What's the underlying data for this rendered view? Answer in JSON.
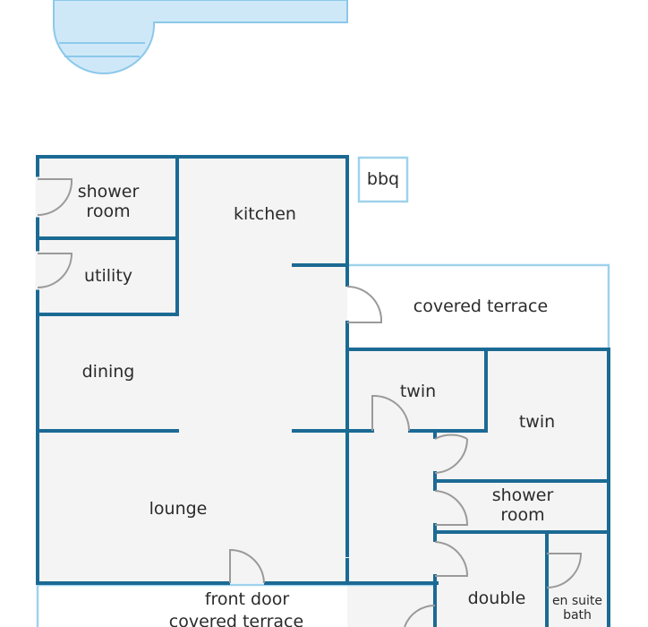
{
  "colors": {
    "wall": "#1b6a94",
    "light_wall": "#9fd2ec",
    "floor": "#f4f4f4",
    "pool_fill": "#cfe8f8",
    "pool_stroke": "#8cc8ea",
    "door": "#9a9a9a",
    "text": "#2b2b2b"
  },
  "rooms": {
    "shower_room_1": {
      "line1": "shower",
      "line2": "room"
    },
    "kitchen": {
      "label": "kitchen"
    },
    "bbq": {
      "label": "bbq"
    },
    "utility": {
      "label": "utility"
    },
    "covered_terrace_east": {
      "label": "covered terrace"
    },
    "dining": {
      "label": "dining"
    },
    "twin_1": {
      "label": "twin"
    },
    "twin_2": {
      "label": "twin"
    },
    "lounge": {
      "label": "lounge"
    },
    "shower_room_2": {
      "line1": "shower",
      "line2": "room"
    },
    "front_door": {
      "label": "front door"
    },
    "covered_terrace_south": {
      "label": "covered terrace"
    },
    "double": {
      "label": "double"
    },
    "en_suite": {
      "line1": "en suite",
      "line2": "bath"
    }
  }
}
